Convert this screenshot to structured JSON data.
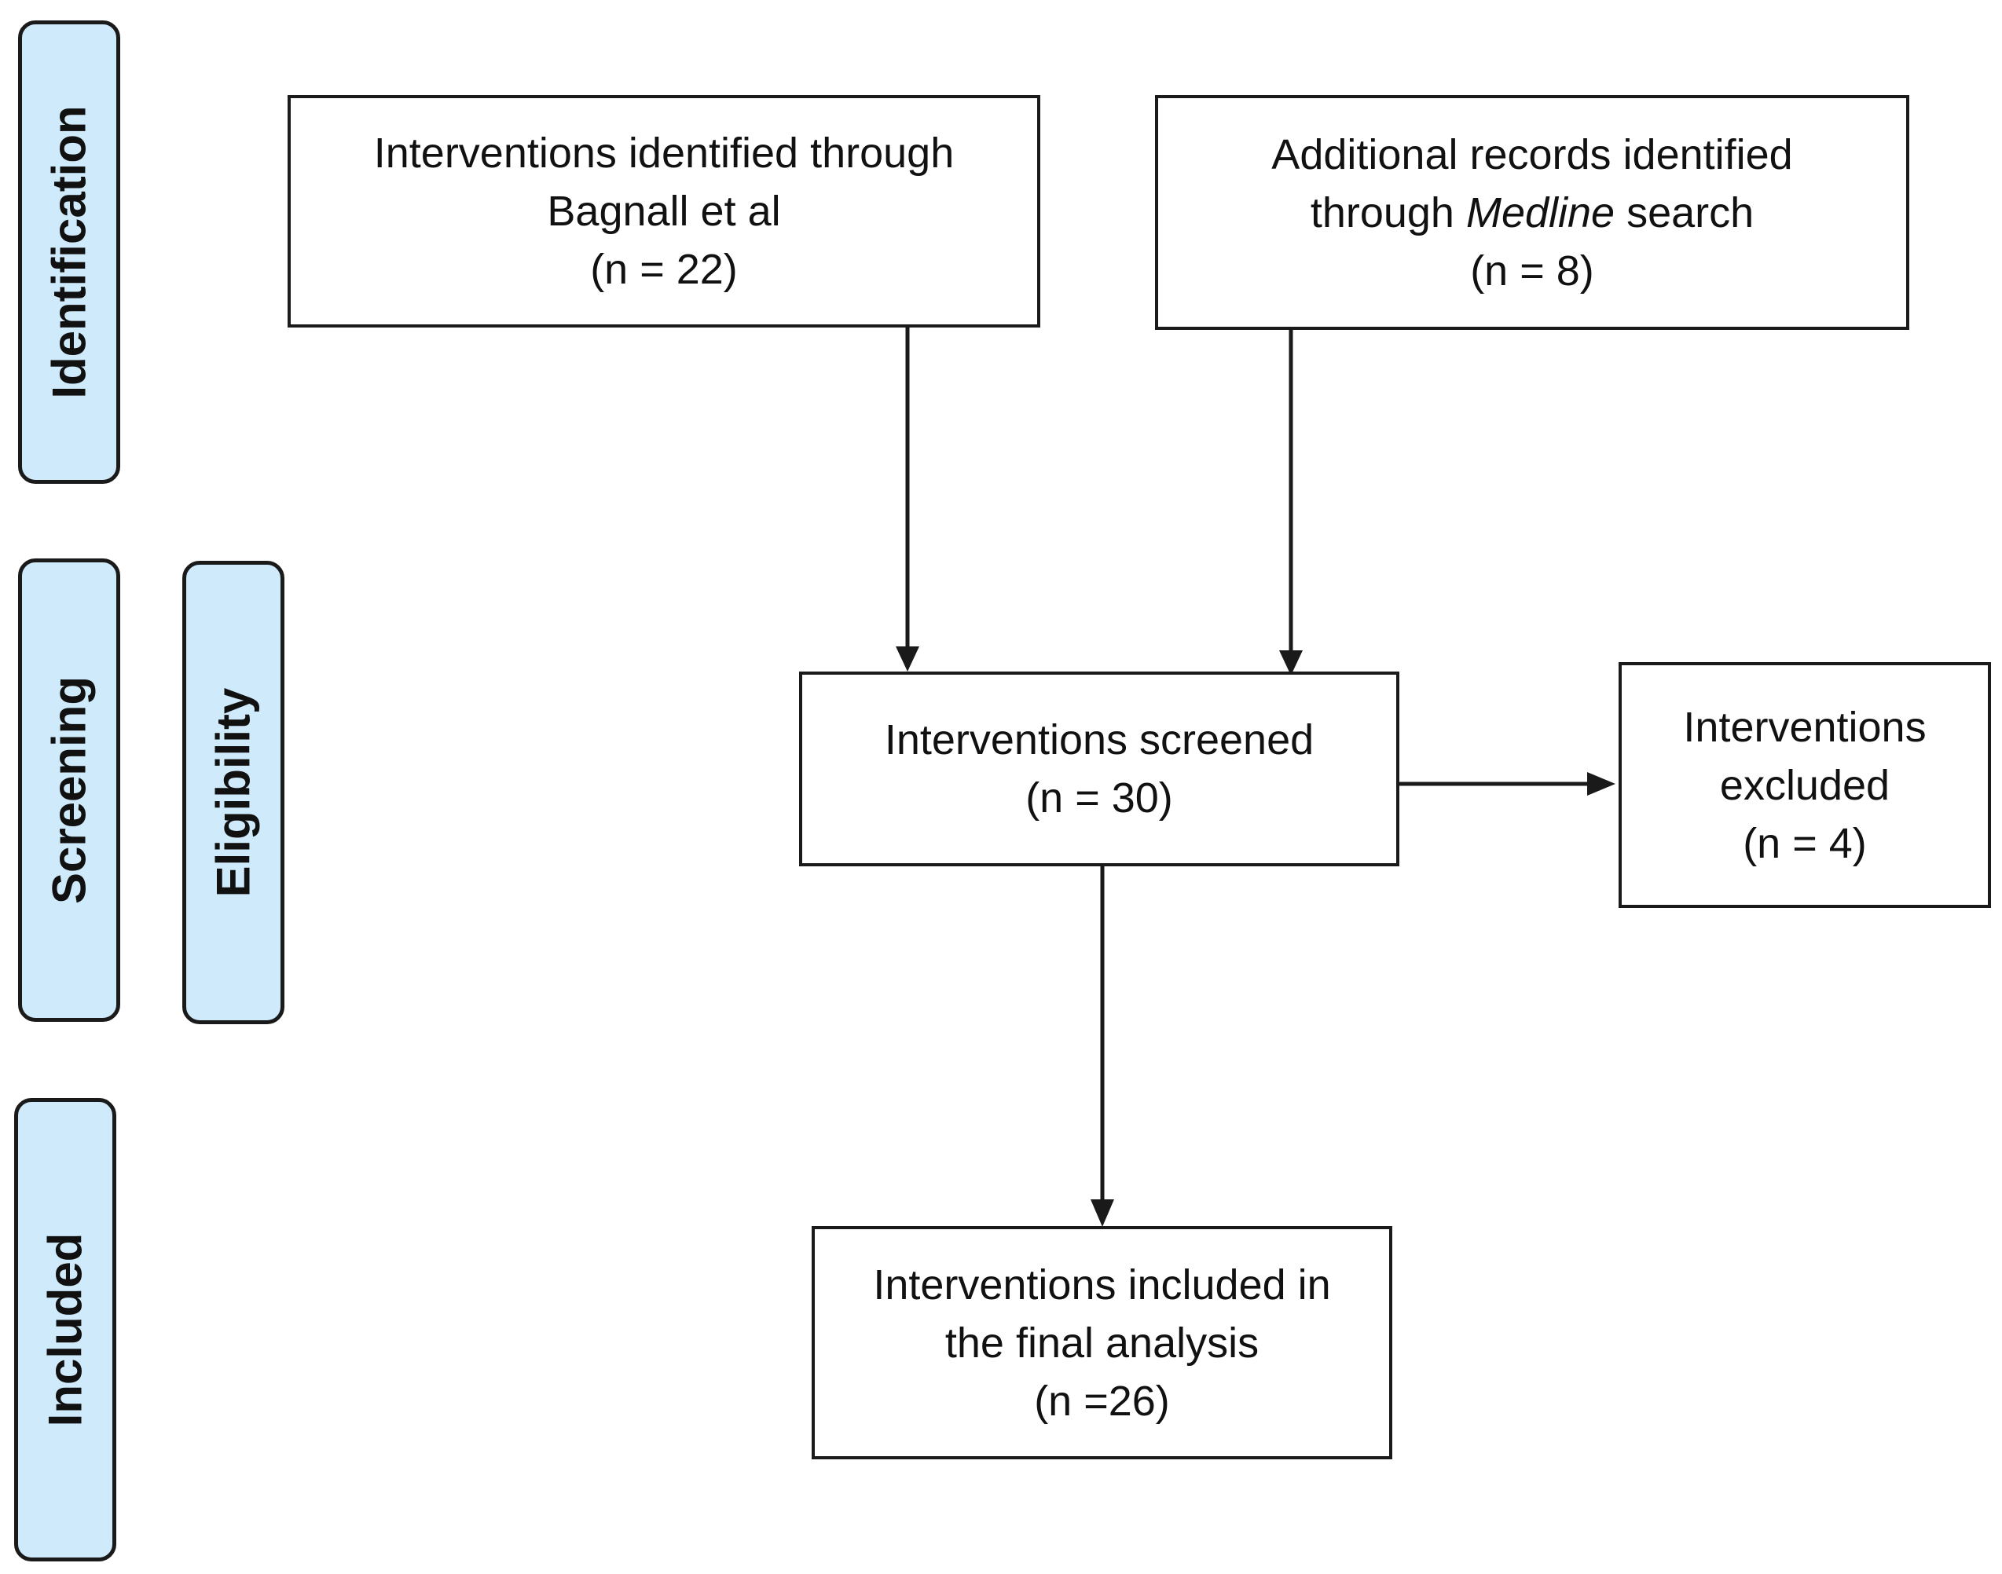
{
  "stages": {
    "identification": "Identification",
    "screening": "Screening",
    "eligibility": "Eligibility",
    "included": "Included"
  },
  "boxes": {
    "bagnall": {
      "line1": "Interventions identified through",
      "line2": "Bagnall et al",
      "count": "(n = 22)"
    },
    "medline": {
      "line1": "Additional records identified",
      "line2_prefix": "through ",
      "line2_italic": "Medline",
      "line2_suffix": " search",
      "count": "(n = 8)"
    },
    "screened": {
      "line1": "Interventions screened",
      "count": "(n = 30)"
    },
    "excluded": {
      "line1": "Interventions",
      "line2": "excluded",
      "count": "(n = 4)"
    },
    "included": {
      "line1": "Interventions included in",
      "line2": "the final analysis",
      "count": "(n =26)"
    }
  },
  "colors": {
    "stage_fill": "#cfeafb",
    "stroke": "#1a1a1a"
  }
}
